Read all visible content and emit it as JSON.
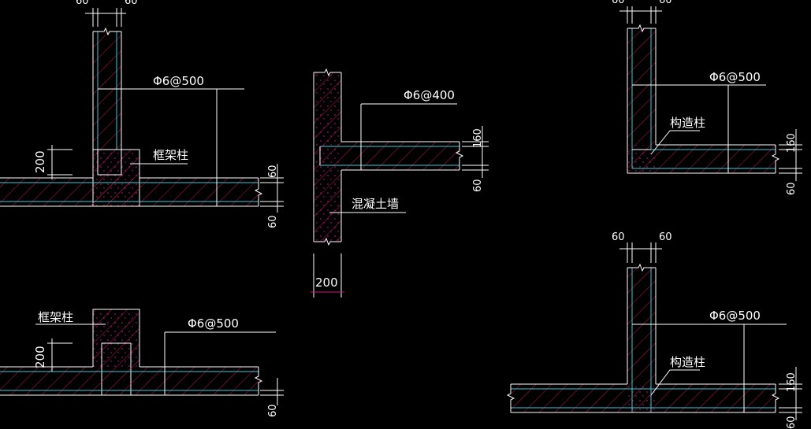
{
  "labels": {
    "rebar_500": "Φ6@500",
    "rebar_400": "Φ6@400",
    "frame_column": "框架柱",
    "constructional_column": "构造柱",
    "concrete_wall": "混凝土墙",
    "dim_200": "200",
    "dim_60": "60",
    "dim_160": "160"
  },
  "colors": {
    "background": "#000000",
    "line": "#ffffff",
    "wall_edge": "#3fc9d6",
    "hatch": "#c0144a"
  }
}
